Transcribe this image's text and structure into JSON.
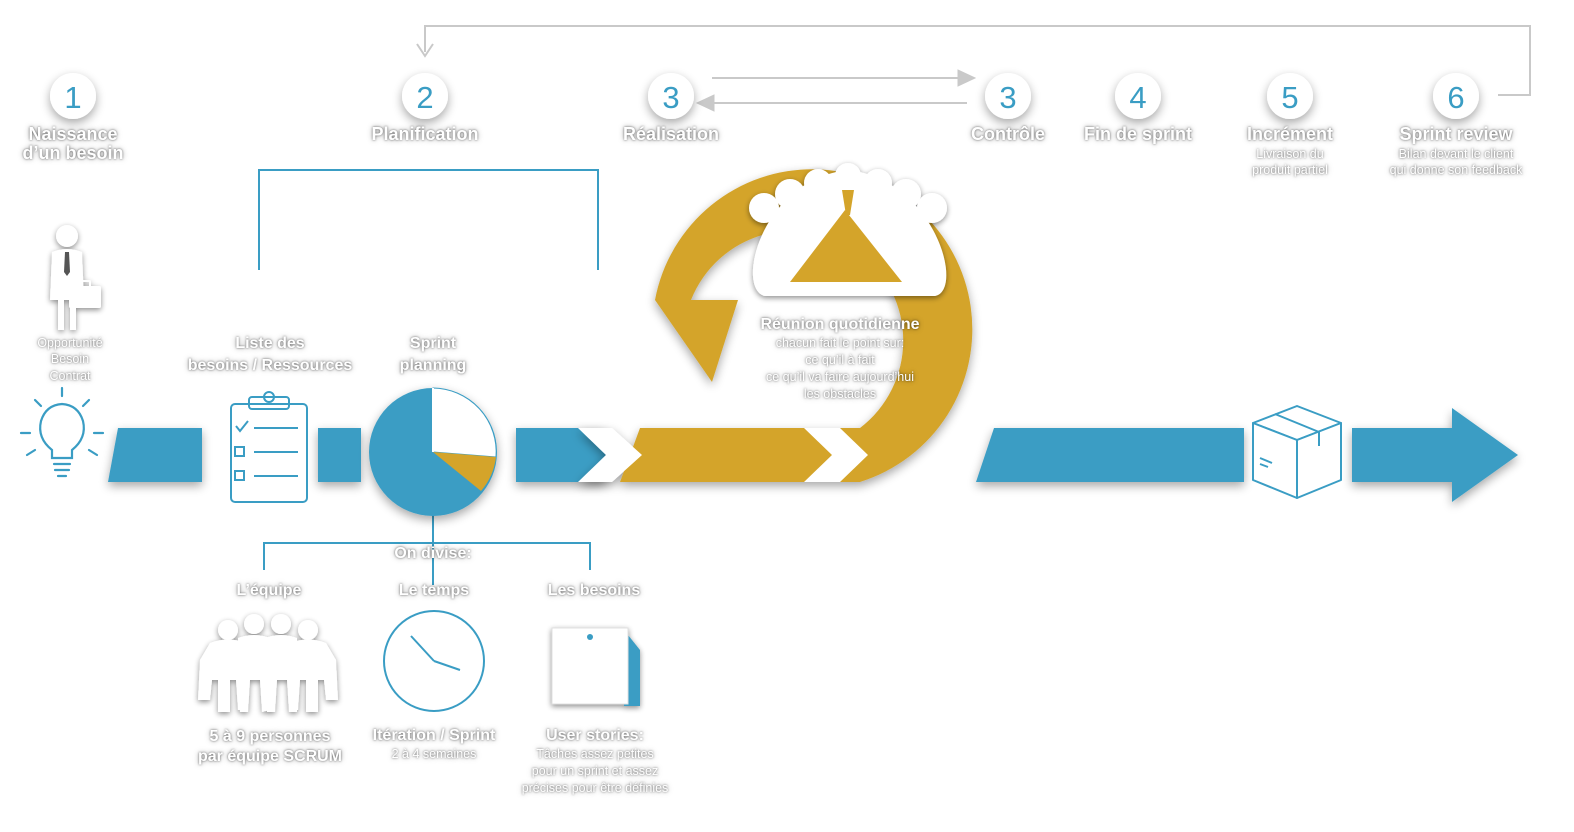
{
  "colors": {
    "blue": "#3a9dc4",
    "gold": "#d4a42a",
    "white": "#ffffff",
    "line_gray": "#c9c9c9"
  },
  "steps": [
    {
      "number": "1",
      "title": "Naissance\nd’un besoin",
      "subtitle": ""
    },
    {
      "number": "2",
      "title": "Planification",
      "subtitle": ""
    },
    {
      "number": "3",
      "title": "Réalisation",
      "subtitle": ""
    },
    {
      "number": "3",
      "title": "Contrôle",
      "subtitle": ""
    },
    {
      "number": "4",
      "title": "Fin de sprint",
      "subtitle": ""
    },
    {
      "number": "5",
      "title": "Incrément",
      "subtitle": "Livraison du\nproduit partiel"
    },
    {
      "number": "6",
      "title": "Sprint review",
      "subtitle": "Bilan devant le client\nqui donne son feedback"
    }
  ],
  "businessman_caption": "Opportunité\nBesoin\nContrat",
  "backlog_label": "Liste des\nbesoins / Ressources",
  "sprint_planning_label": "Sprint\nplanning",
  "daily_meeting": {
    "title": "Réunion quotidienne",
    "lines": "chacun fait le point sur:\nce qu’il à fait\nce qu’il va faire aujourd’hui\nles obstacles"
  },
  "divide_label": "On divise:",
  "divisions": [
    {
      "title": "L’équipe",
      "caption_title": "5 à 9 personnes\npar équipe SCRUM",
      "caption_sub": "",
      "icon": "team-icon"
    },
    {
      "title": "Le temps",
      "caption_title": "Itération / Sprint",
      "caption_sub": "2 à 4 semaines",
      "icon": "clock-icon"
    },
    {
      "title": "Les besoins",
      "caption_title": "User stories:",
      "caption_sub": "Tâches assez petites\npour un sprint et assez\nprécises pour être définies",
      "icon": "sticky-note-icon"
    }
  ],
  "icons": [
    "lightbulb-icon",
    "businessman-icon",
    "clipboard-icon",
    "pie-chart-icon",
    "meeting-table-icon",
    "package-box-icon",
    "arrow-head-icon"
  ]
}
